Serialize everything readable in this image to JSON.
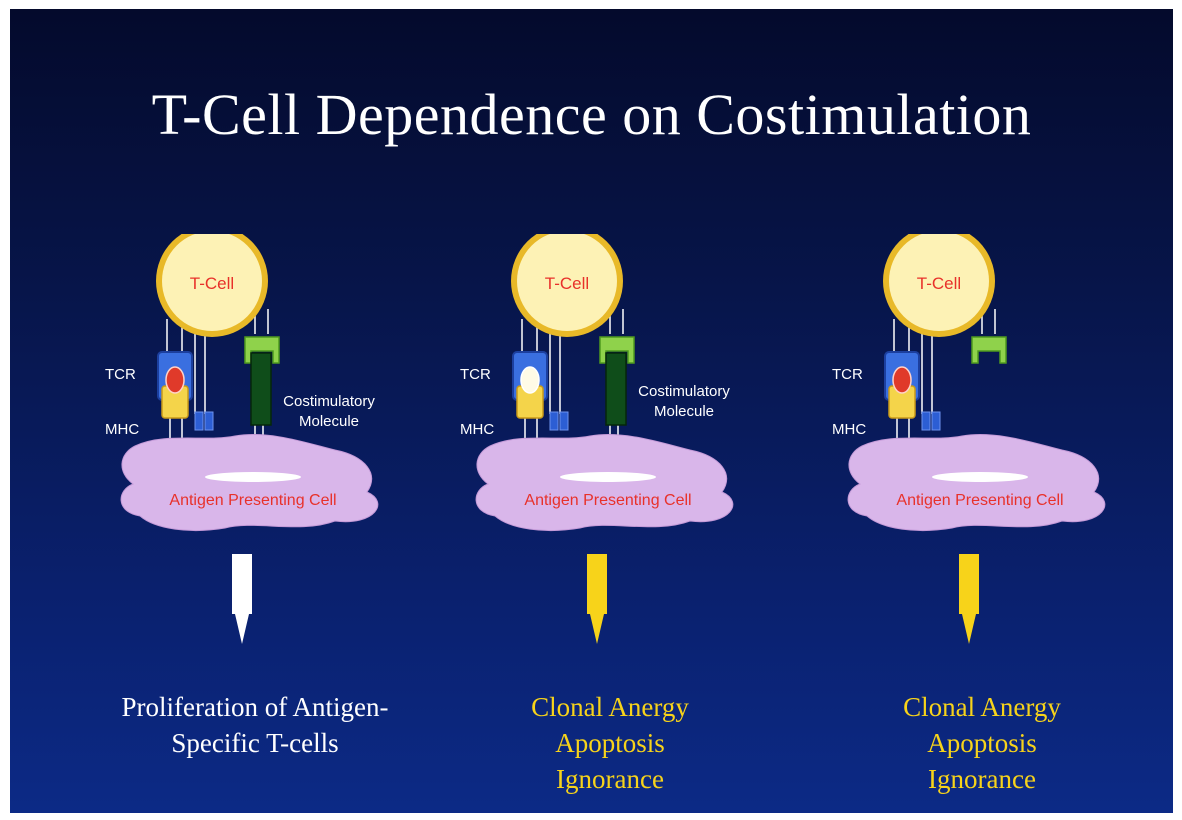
{
  "title": "T-Cell Dependence on Costimulation",
  "colors": {
    "background_top": "#040a2c",
    "background_bottom": "#0c2a86",
    "cell_fill": "#fdf2b5",
    "cell_ring": "#e8b928",
    "cell_label": "#e8312a",
    "apc_fill": "#d9b6ea",
    "tcr_blue": "#3a6fe0",
    "mhc_yellow": "#f4d44a",
    "antigen_red": "#e03a2a",
    "costim_light_green": "#8fd24b",
    "costim_dark_green": "#0f4d1a",
    "outcome_white": "#ffffff",
    "outcome_yellow": "#f7d31a"
  },
  "panels": [
    {
      "id": "panel-costimulated",
      "t_cell_label": "T-Cell",
      "tcr_label": "TCR",
      "mhc_label": "MHC",
      "costim_label_line1": "Costimulatory",
      "costim_label_line2": "Molecule",
      "apc_label": "Antigen Presenting Cell",
      "arrow_color": "white",
      "outcome_color": "white",
      "outcome_lines": [
        "Proliferation of Antigen-",
        "Specific T-cells"
      ]
    },
    {
      "id": "panel-no-antigen",
      "t_cell_label": "T-Cell",
      "tcr_label": "TCR",
      "mhc_label": "MHC",
      "costim_label_line1": "Costimulatory",
      "costim_label_line2": "Molecule",
      "apc_label": "Antigen Presenting Cell",
      "arrow_color": "yellow",
      "outcome_color": "yellow",
      "outcome_lines": [
        "Clonal Anergy",
        "Apoptosis",
        "Ignorance"
      ]
    },
    {
      "id": "panel-no-costimulation",
      "t_cell_label": "T-Cell",
      "tcr_label": "TCR",
      "mhc_label": "MHC",
      "apc_label": "Antigen Presenting Cell",
      "arrow_color": "yellow",
      "outcome_color": "yellow",
      "outcome_lines": [
        "Clonal Anergy",
        "Apoptosis",
        "Ignorance"
      ]
    }
  ]
}
